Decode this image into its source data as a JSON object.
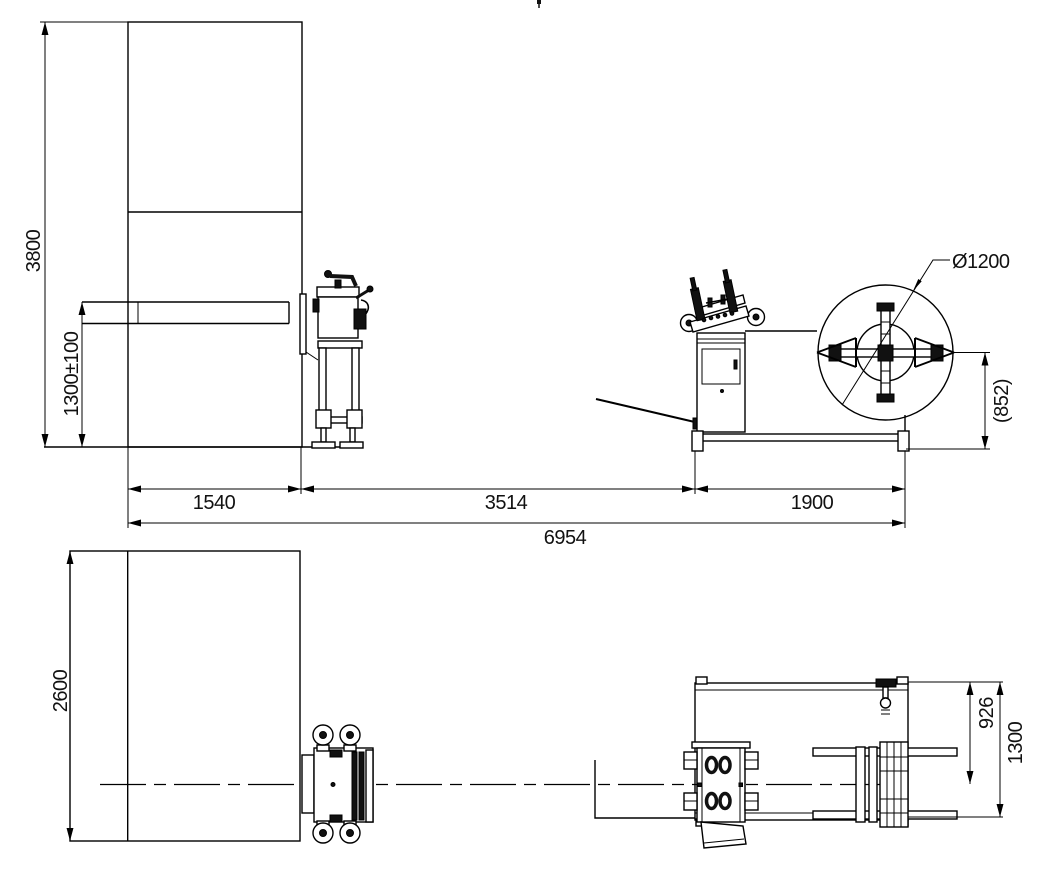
{
  "drawing": {
    "type": "machine-layout-engineering-drawing",
    "views": {
      "front_view": "press, servo feeder, straightener and decoiler - front elevation",
      "plan_view": "press, servo feeder, straightener and decoiler - top plan"
    },
    "dims": {
      "press_height": "3800",
      "passline_height": "1300±100",
      "press_width": "1540",
      "span_feeder_to_decoiler": "3514",
      "decoiler_length": "1900",
      "total_length": "6954",
      "coil_od": "Ø1200",
      "mandrel_center_height": "(852)",
      "press_depth": "2600",
      "decoiler_half_width": "926",
      "decoiler_width": "1300"
    },
    "line_color": "#000000",
    "background": "#ffffff"
  }
}
